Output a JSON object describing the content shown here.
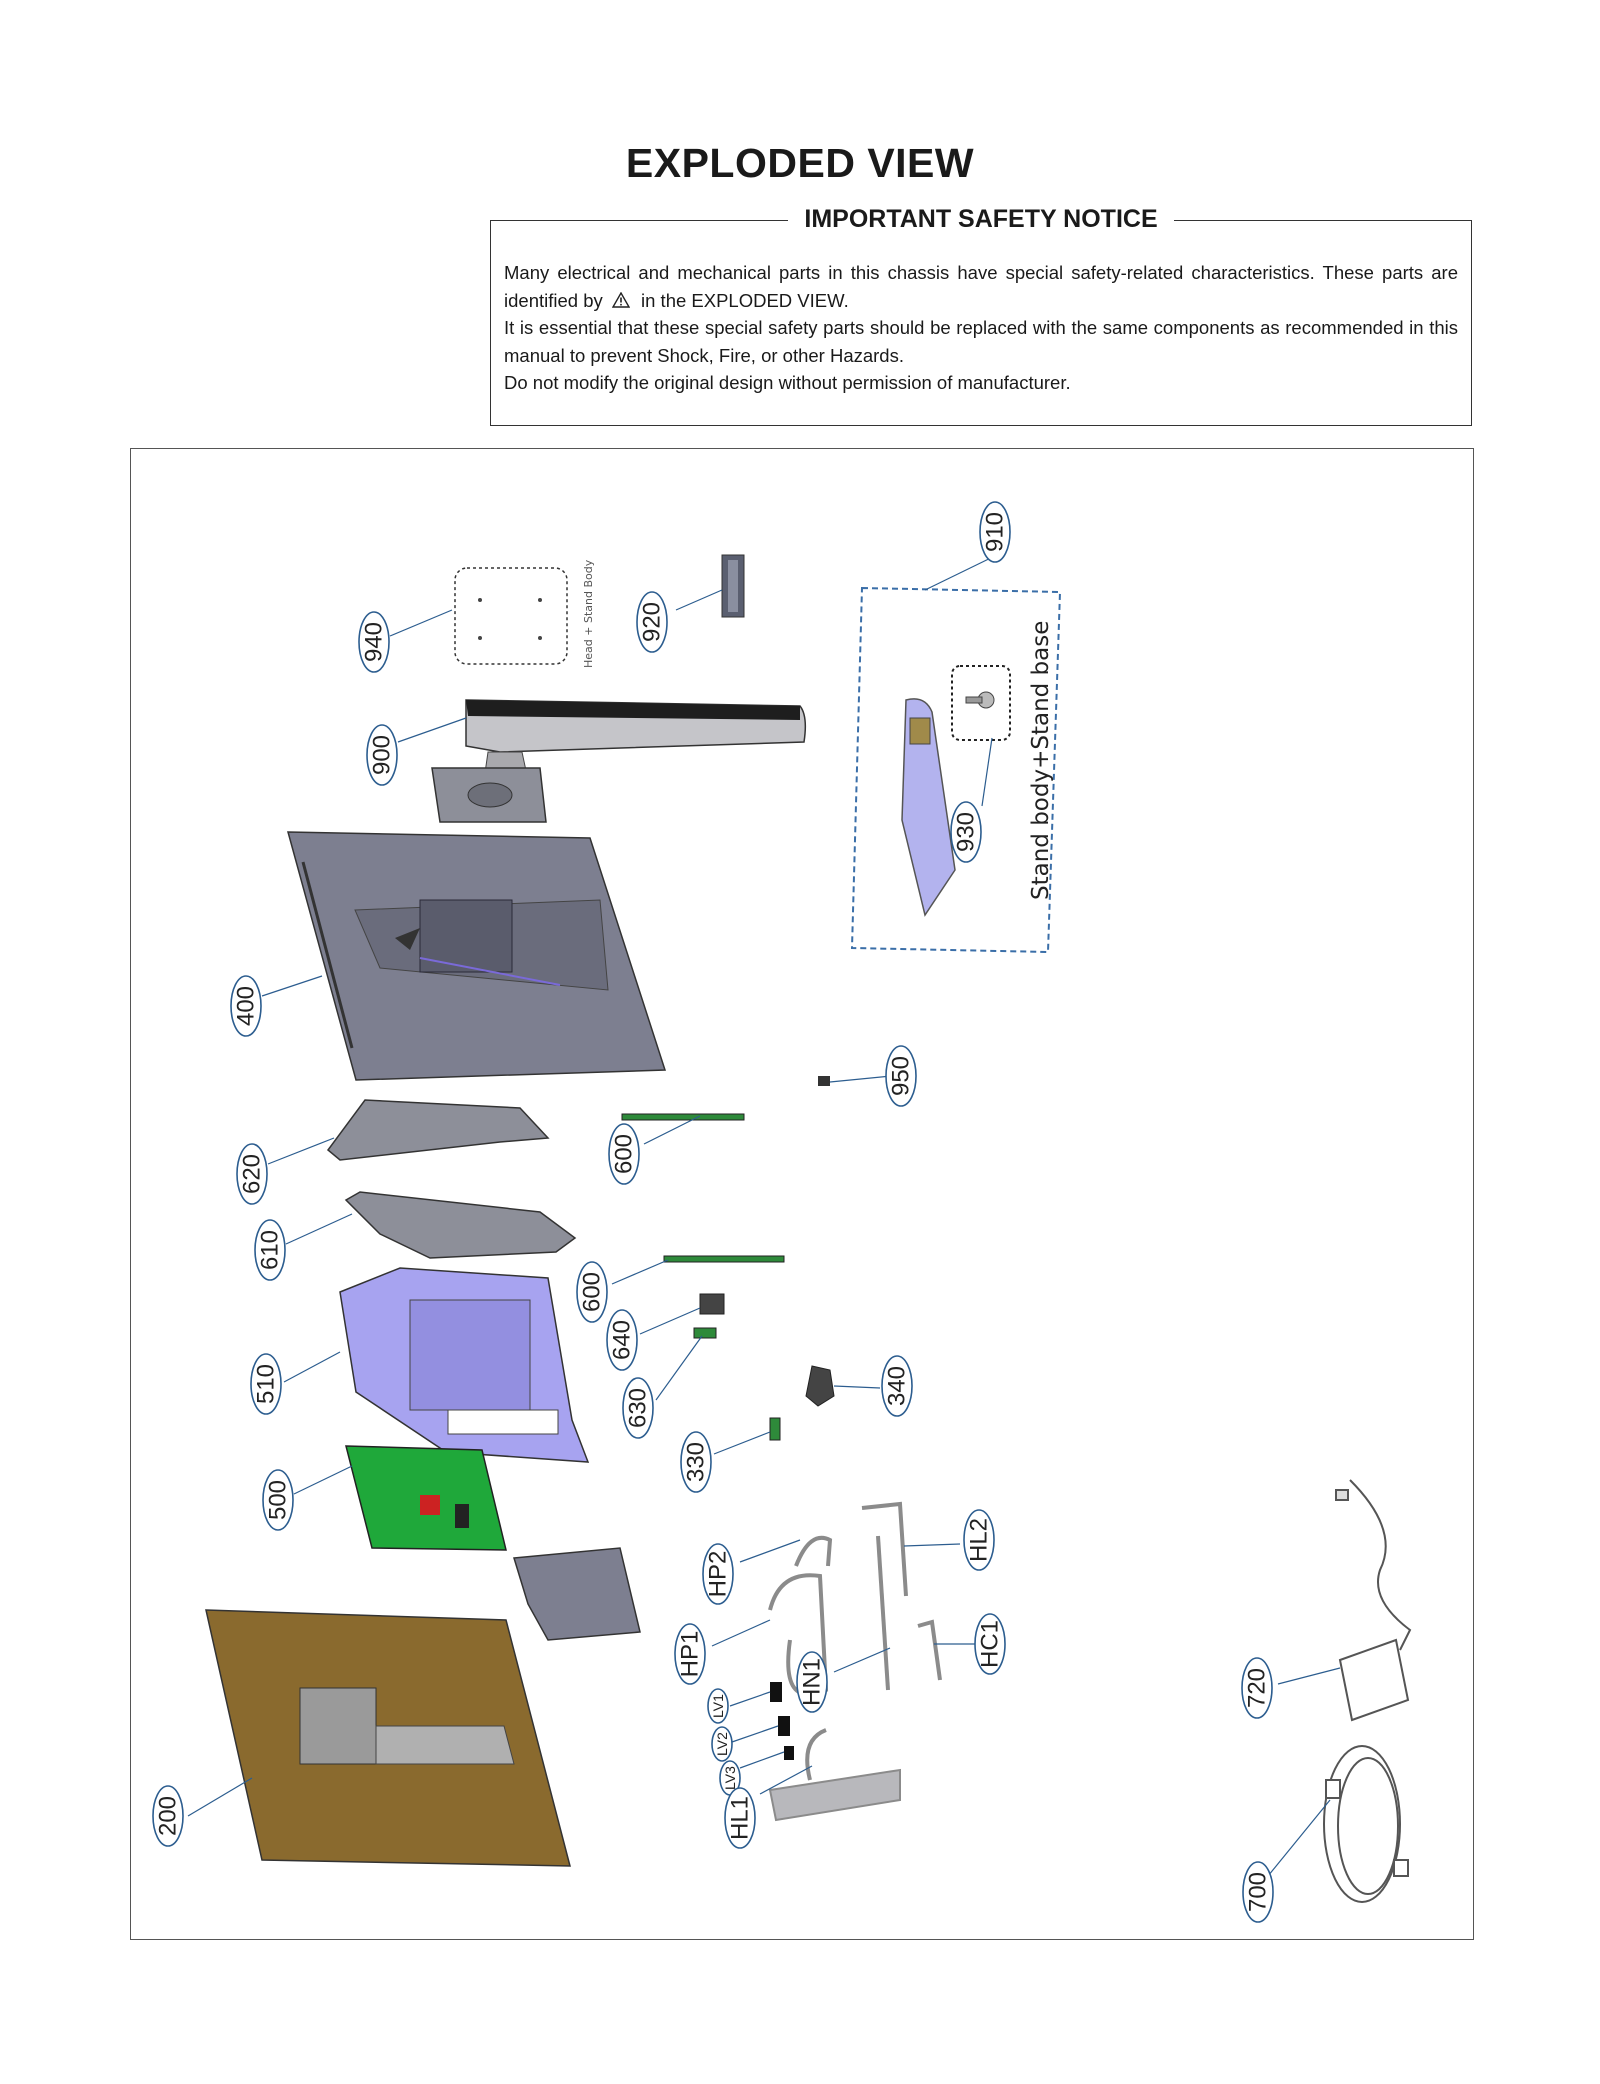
{
  "page": {
    "title": "EXPLODED VIEW"
  },
  "notice": {
    "title": "IMPORTANT SAFETY NOTICE",
    "line1": "Many electrical and mechanical parts in this chassis have special safety-related characteristics. These parts are identified by",
    "warning_icon": "warning-triangle-icon",
    "line1_tail": "in the  EXPLODED VIEW.",
    "line2": "It is essential that these special safety parts should be replaced with the same components as recommended in this manual to prevent Shock, Fire, or other Hazards.",
    "line3": "Do not modify the original design without permission of manufacturer."
  },
  "diagram": {
    "stand_group_label": "Stand body+Stand base",
    "hole_pattern_label": "Head + Stand Body",
    "parts": [
      {
        "id": "p910",
        "label": "910"
      },
      {
        "id": "p920",
        "label": "920"
      },
      {
        "id": "p940",
        "label": "940"
      },
      {
        "id": "p900",
        "label": "900"
      },
      {
        "id": "p930",
        "label": "930"
      },
      {
        "id": "p400",
        "label": "400"
      },
      {
        "id": "p950",
        "label": "950"
      },
      {
        "id": "p620",
        "label": "620"
      },
      {
        "id": "p600a",
        "label": "600"
      },
      {
        "id": "p610",
        "label": "610"
      },
      {
        "id": "p600b",
        "label": "600"
      },
      {
        "id": "p640",
        "label": "640"
      },
      {
        "id": "p510",
        "label": "510"
      },
      {
        "id": "p630",
        "label": "630"
      },
      {
        "id": "p340",
        "label": "340"
      },
      {
        "id": "p330",
        "label": "330"
      },
      {
        "id": "p500",
        "label": "500"
      },
      {
        "id": "pHL2",
        "label": "HL2"
      },
      {
        "id": "pHP2",
        "label": "HP2"
      },
      {
        "id": "pHC1",
        "label": "HC1"
      },
      {
        "id": "pHP1",
        "label": "HP1"
      },
      {
        "id": "pHN1",
        "label": "HN1"
      },
      {
        "id": "p720",
        "label": "720"
      },
      {
        "id": "pLV1",
        "label": "LV1"
      },
      {
        "id": "pLV2",
        "label": "LV2"
      },
      {
        "id": "pLV3",
        "label": "LV3"
      },
      {
        "id": "p200",
        "label": "200"
      },
      {
        "id": "pHL1",
        "label": "HL1"
      },
      {
        "id": "p700",
        "label": "700"
      }
    ],
    "colors": {
      "callout_ring": "#2c5d8f",
      "stand_group_border": "#3a6ea8",
      "back_cover": "#7d7f90",
      "chassis": "#a7a3f0",
      "main_board": "#1fa83a",
      "panel": "#8a6a2e",
      "stand_neck": "#b8b8bc",
      "stand_base": "#b3b3ee"
    }
  }
}
